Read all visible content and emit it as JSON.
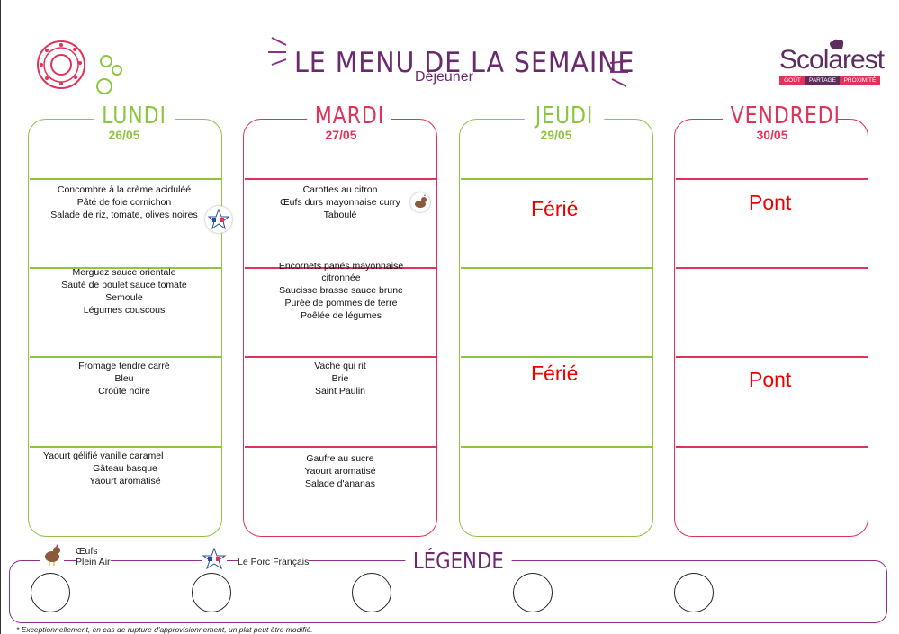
{
  "header": {
    "title": "LE MENU DE LA SEMAINE",
    "subtitle": "Déjeuner"
  },
  "brand": {
    "name": "Scolarest",
    "tagline": [
      "GOÛT",
      "PARTAGE",
      "PROXIMITÉ"
    ],
    "color": "#5c2d5d"
  },
  "colors": {
    "green": "#8cc63f",
    "pink": "#e0335a",
    "purple": "#6b2a6e",
    "closure_red": "#ee0000"
  },
  "days": [
    {
      "name": "LUNDI",
      "date": "26/05",
      "starters": [
        "Concombre à la crème aciduléé",
        "Pâté de foie cornichon",
        "Salade de riz, tomate, olives noires"
      ],
      "mains": [
        "Merguez sauce orientale",
        "Sauté de poulet sauce tomate",
        "Semoule",
        "Légumes couscous"
      ],
      "cheese": [
        "Fromage tendre carré",
        "Bleu",
        "Croûte noire"
      ],
      "dessert": [
        "Yaourt gélifié vanille caramel",
        "Gâteau basque",
        "Yaourt aromatisé"
      ]
    },
    {
      "name": "MARDI",
      "date": "27/05",
      "starters": [
        "Carottes au citron",
        "Œufs durs mayonnaise curry",
        "Taboulé"
      ],
      "mains": [
        "Encornets panés mayonnaise citronnée",
        "Saucisse brasse sauce brune",
        "Purée de pommes de terre",
        "Poêlée de légumes"
      ],
      "cheese": [
        "Vache qui rit",
        "Brie",
        "Saint Paulin"
      ],
      "dessert": [
        "Gaufre au sucre",
        "Yaourt aromatisé",
        "Salade d'ananas"
      ]
    },
    {
      "name": "JEUDI",
      "date": "29/05",
      "closure_top": "Férié",
      "closure_mid": "Férié"
    },
    {
      "name": "VENDREDI",
      "date": "30/05",
      "closure_top": "Pont",
      "closure_mid": "Pont"
    }
  ],
  "badges": {
    "porc": "LE PORC FRANÇAIS",
    "oeufs": "ŒUFS"
  },
  "legend": {
    "title": "LÉGENDE",
    "items": [
      {
        "label_line1": "Œufs",
        "label_line2": "Plein Air",
        "icon": "hen-icon"
      },
      {
        "label_line1": "Le Porc Français",
        "label_line2": "",
        "icon": "porc-francais-icon"
      }
    ]
  },
  "footnote": "* Exceptionnellement, en cas de rupture d'approvisionnement, un plat peut être modifié."
}
